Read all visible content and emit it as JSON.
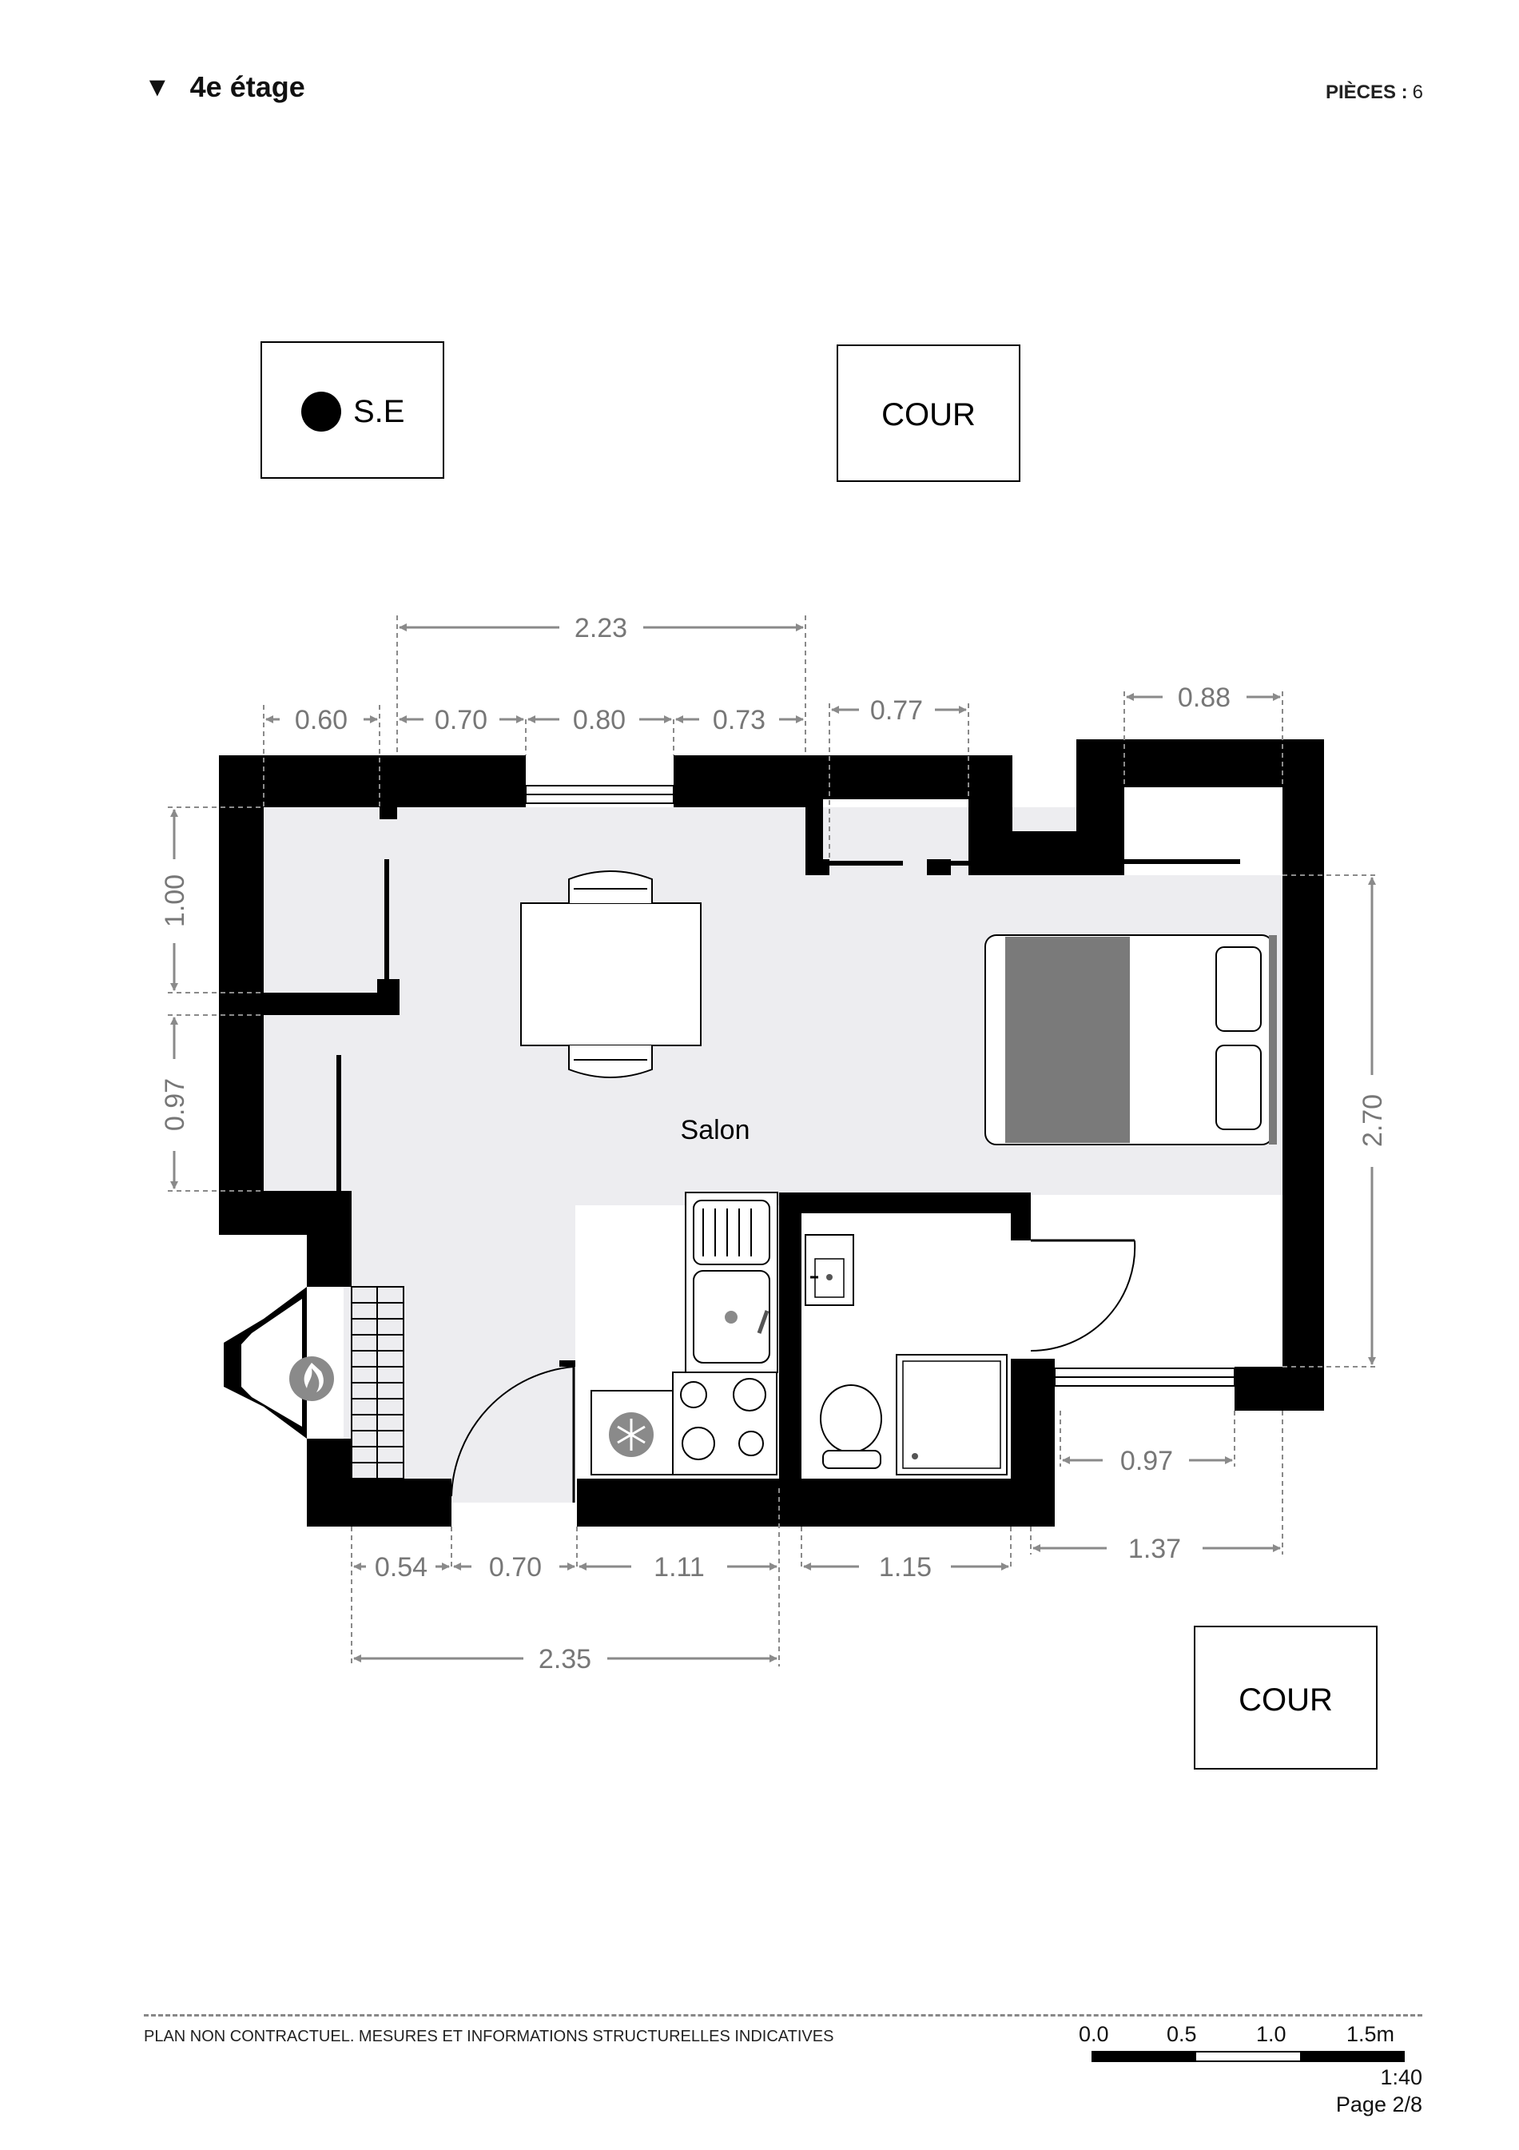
{
  "header": {
    "floor_label": "4e étage",
    "rooms_label": "PIÈCES :",
    "rooms_value": "6"
  },
  "tags": {
    "se": "S.E",
    "cour_top": "COUR",
    "cour_bottom": "COUR"
  },
  "rooms": {
    "salon": "Salon"
  },
  "dimensions": {
    "top_total": "2.23",
    "top_a": "0.60",
    "top_b": "0.70",
    "top_c": "0.80",
    "top_d": "0.73",
    "top_e": "0.77",
    "top_f": "0.88",
    "left_a": "1.00",
    "left_b": "0.97",
    "right_a": "2.70",
    "bottom_a": "0.54",
    "bottom_b": "0.70",
    "bottom_c": "1.11",
    "bottom_d": "1.15",
    "bottom_e": "0.97",
    "bottom_f": "1.37",
    "bottom_total": "2.35"
  },
  "footer": {
    "disclaimer": "PLAN NON CONTRACTUEL. MESURES ET INFORMATIONS STRUCTURELLES INDICATIVES",
    "scale_ticks": [
      "0.0",
      "0.5",
      "1.0",
      "1.5m"
    ],
    "scale_ratio": "1:40",
    "page": "Page 2/8"
  },
  "colors": {
    "wall": "#000000",
    "floor": "#ededf0",
    "dimension": "#8a8a8a",
    "bed": "#7a7a7a"
  }
}
